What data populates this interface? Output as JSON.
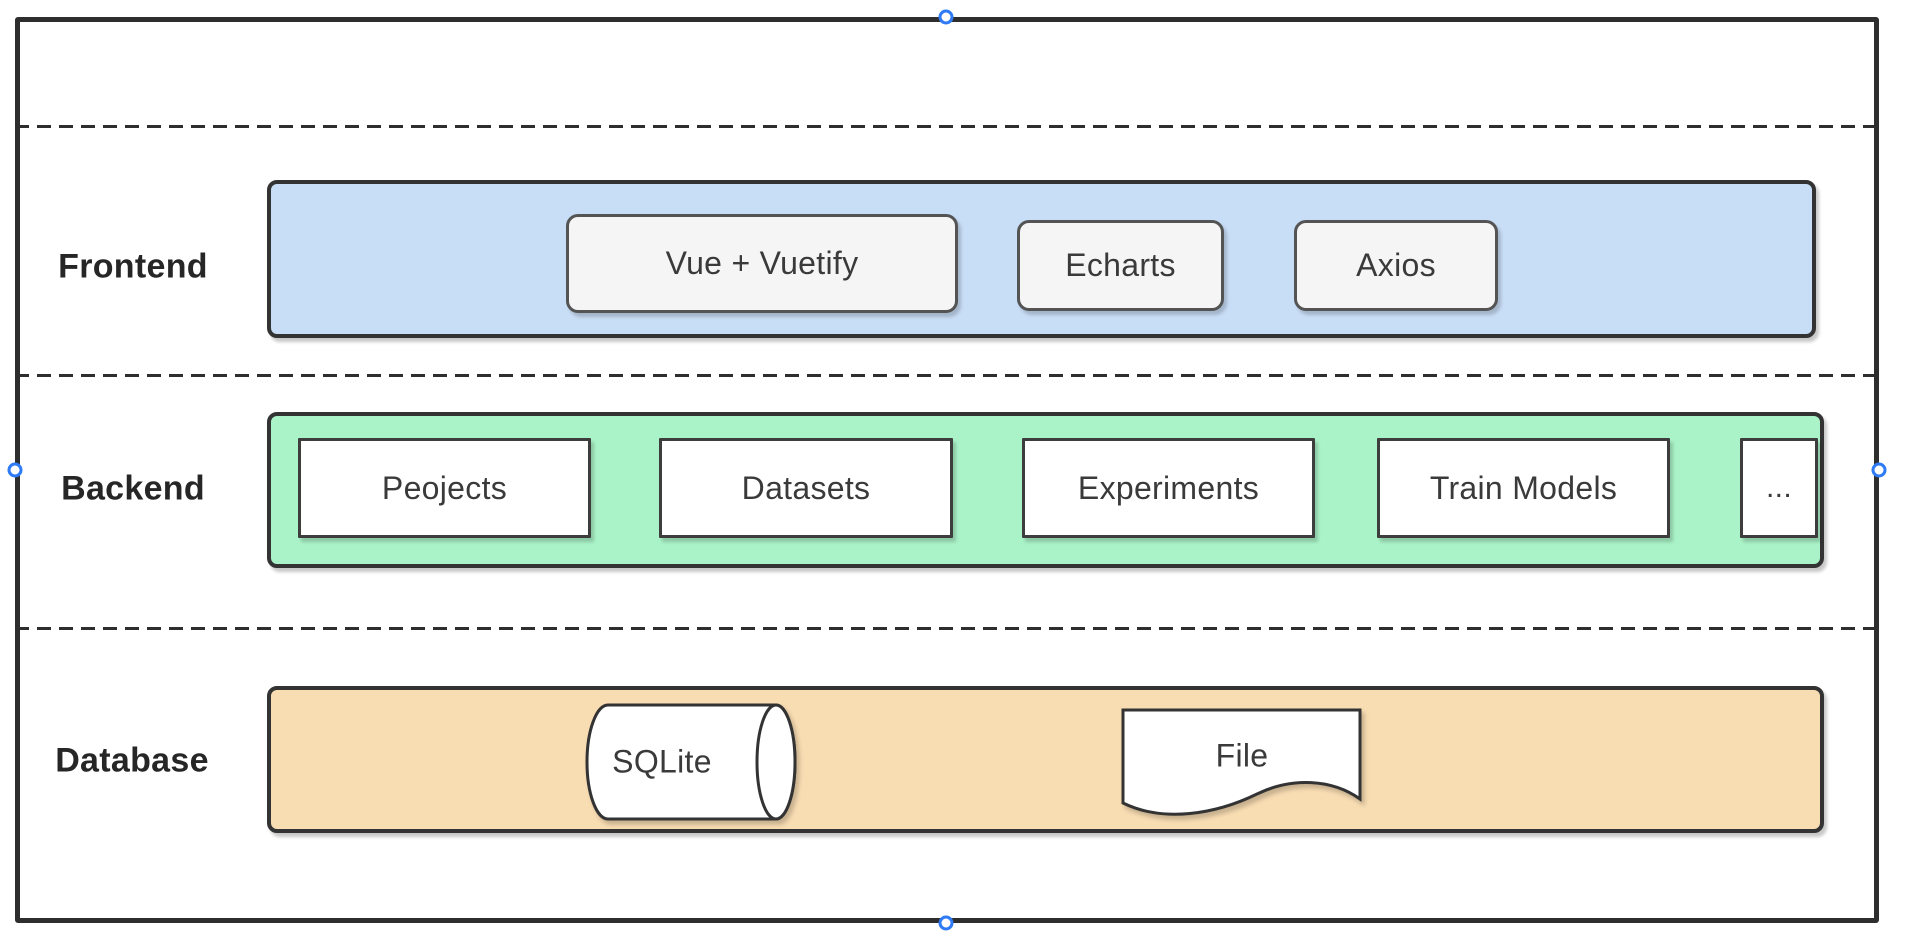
{
  "diagram": {
    "sections": {
      "frontend": {
        "label": "Frontend",
        "items": [
          {
            "label": "Vue + Vuetify"
          },
          {
            "label": "Echarts"
          },
          {
            "label": "Axios"
          }
        ]
      },
      "backend": {
        "label": "Backend",
        "items": [
          {
            "label": "Peojects"
          },
          {
            "label": "Datasets"
          },
          {
            "label": "Experiments"
          },
          {
            "label": "Train Models"
          },
          {
            "label": "..."
          }
        ]
      },
      "database": {
        "label": "Database",
        "items": [
          {
            "label": "SQLite",
            "shape": "cylinder-shape"
          },
          {
            "label": "File",
            "shape": "document-shape"
          }
        ]
      }
    }
  },
  "colors": {
    "frontend_fill": "#c8ddf6",
    "backend_fill": "#aaf3c8",
    "database_fill": "#f8dcb2",
    "grey_fill": "#f5f5f5",
    "grey_stroke": "#545454",
    "white_stroke": "#3d3d3d",
    "shape_stroke": "#333333",
    "frame_stroke": "#2e2e2e",
    "handle_stroke": "#2f7bf5"
  }
}
